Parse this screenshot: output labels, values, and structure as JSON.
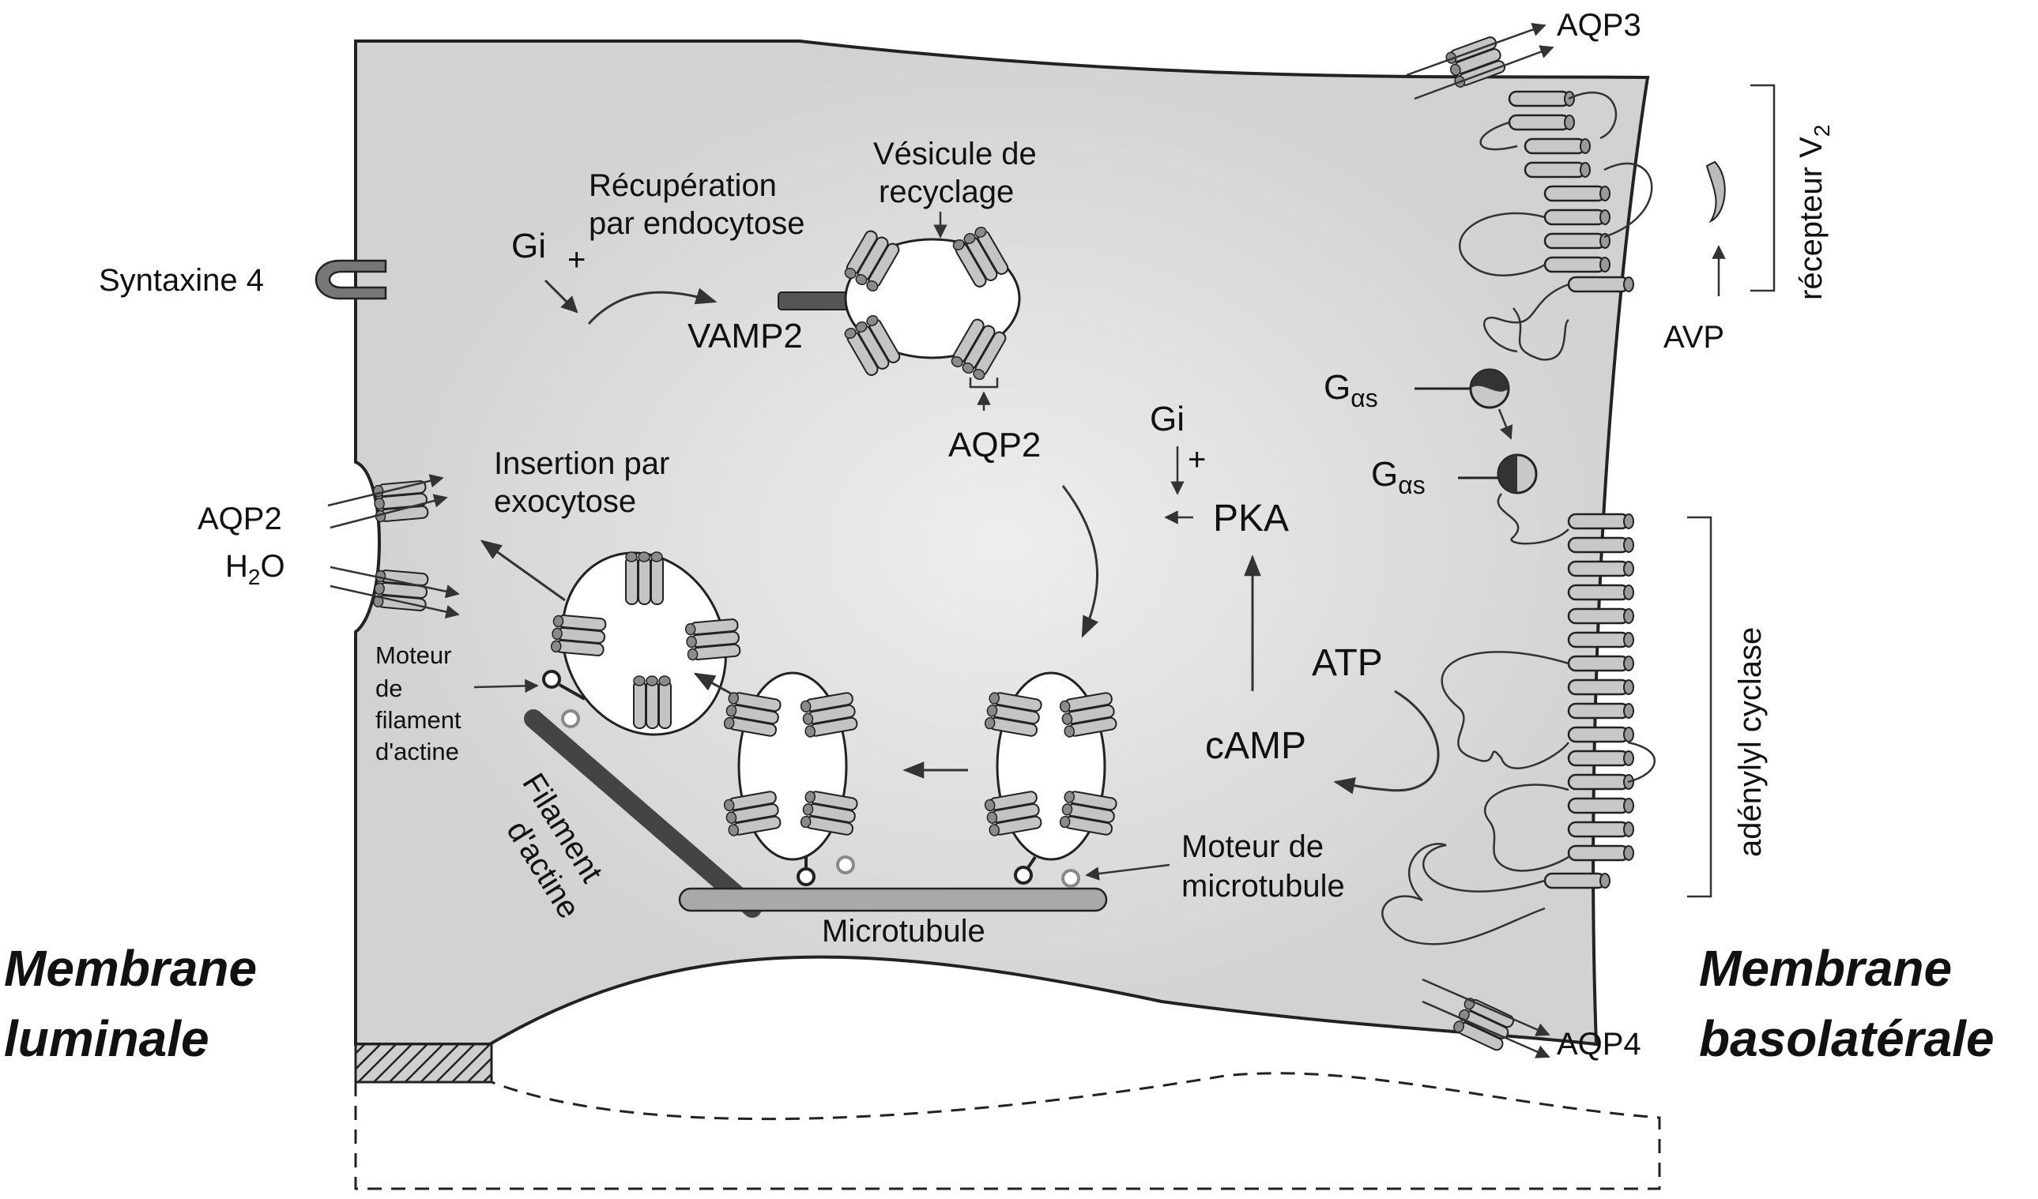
{
  "labels": {
    "syntaxin": "Syntaxine 4",
    "gi_top": "Gi",
    "gi_top_plus": "+",
    "recup_line1": "Récupération",
    "recup_line2": "par endocytose",
    "vesicule_line1": "Vésicule de",
    "vesicule_line2": "recyclage",
    "vamp2": "VAMP2",
    "aqp2_center": "AQP2",
    "gi_mid": "Gi",
    "gi_mid_plus": "+",
    "pka": "PKA",
    "atp": "ATP",
    "camp": "cAMP",
    "insertion_line1": "Insertion par",
    "insertion_line2": "exocytose",
    "aqp2_left": "AQP2",
    "h2o_main": "H",
    "h2o_sub": "2",
    "h2o_end": "O",
    "moteur_actin_1": "Moteur",
    "moteur_actin_2": "de",
    "moteur_actin_3": "filament",
    "moteur_actin_4": "d'actine",
    "filament_1": "Filament",
    "filament_2": "d'actine",
    "microtubule": "Microtubule",
    "moteur_micro_1": "Moteur de",
    "moteur_micro_2": "microtubule",
    "aqp3": "AQP3",
    "aqp4": "AQP4",
    "avp": "AVP",
    "recepteur_main": "récepteur V",
    "recepteur_sub": "2",
    "gas1_main": "G",
    "gas1_sub": "αs",
    "gas2_main": "G",
    "gas2_sub": "αs",
    "adenylyl": "adénylyl cyclase",
    "membrane_luminale_1": "Membrane",
    "membrane_luminale_2": "luminale",
    "membrane_baso_1": "Membrane",
    "membrane_baso_2": "basolatérale"
  },
  "colors": {
    "cytoplasm": "#d3d3d3",
    "outline": "#222222",
    "channel": "#bdbdbd",
    "dark": "#3a3a3a"
  }
}
